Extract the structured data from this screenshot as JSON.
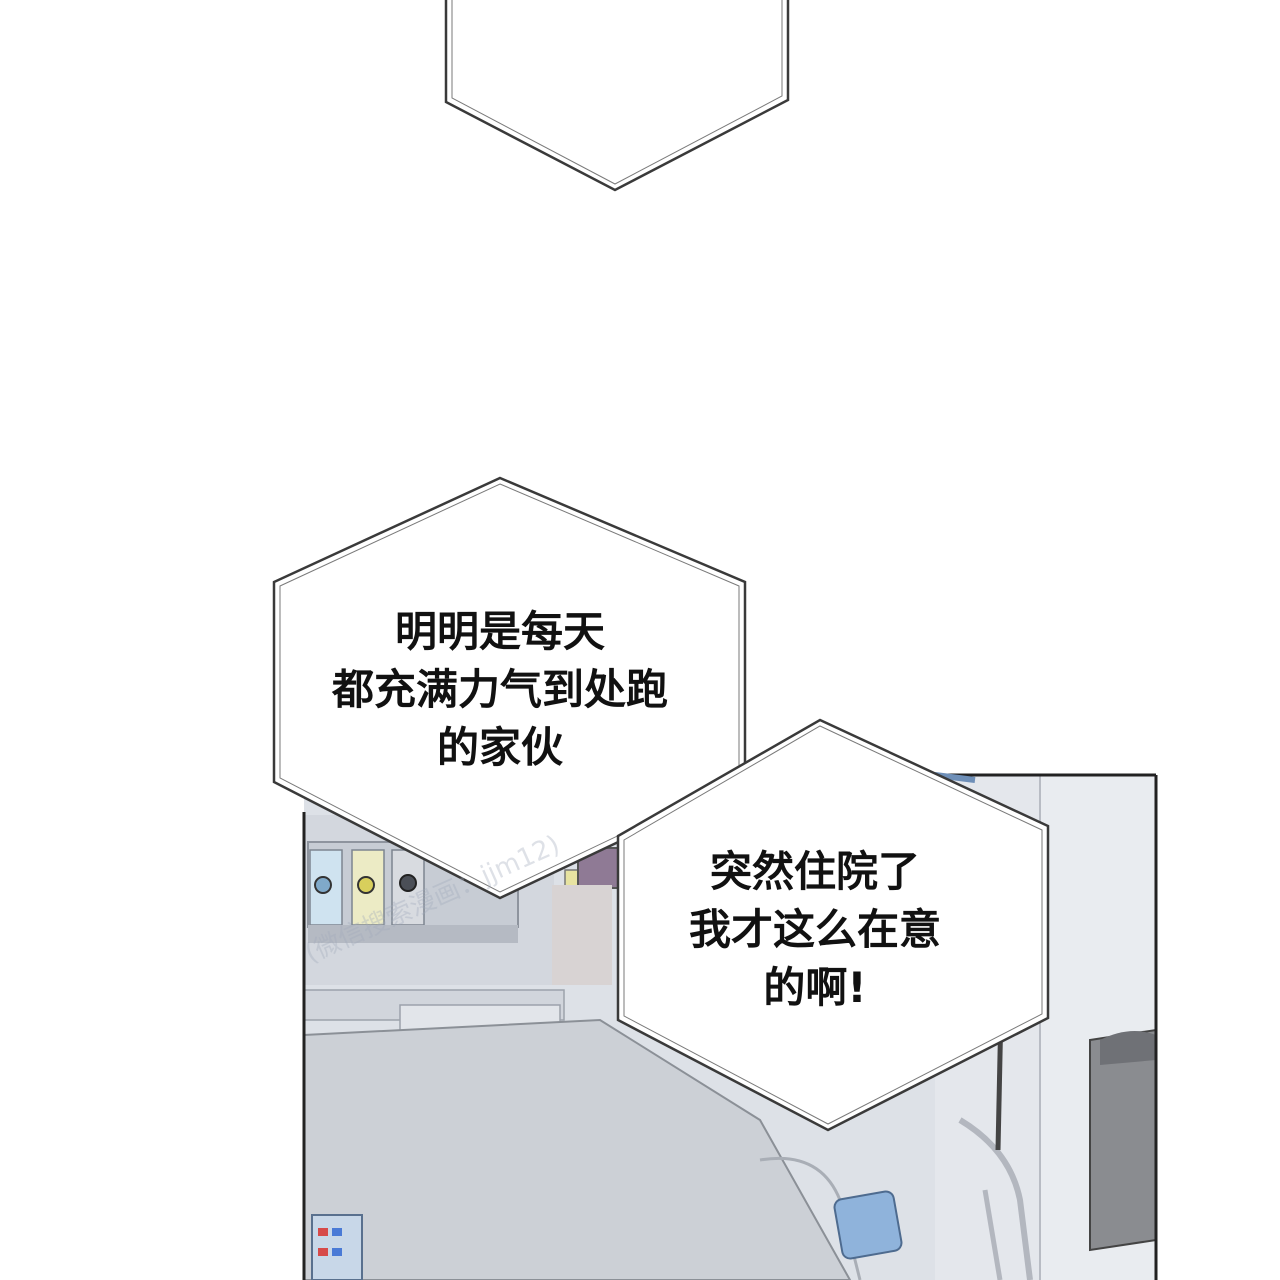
{
  "panel": {
    "bubble_1": {
      "lines": [
        "明明是每天",
        "都充满力气到处跑",
        "的家伙"
      ]
    },
    "bubble_2": {
      "lines": [
        "突然住院了",
        "我才这么在意",
        "的啊!"
      ]
    },
    "watermark": {
      "text": "(微信搜索漫画：jjm12)"
    }
  },
  "colors": {
    "background": "#ffffff",
    "bubble_outline": "#3a3a3a",
    "room_wall": "#d8dce3",
    "bed_sheet": "#c9ccd1",
    "accent_blue": "#6e9cd0",
    "accent_yellow": "#e6dc62"
  }
}
